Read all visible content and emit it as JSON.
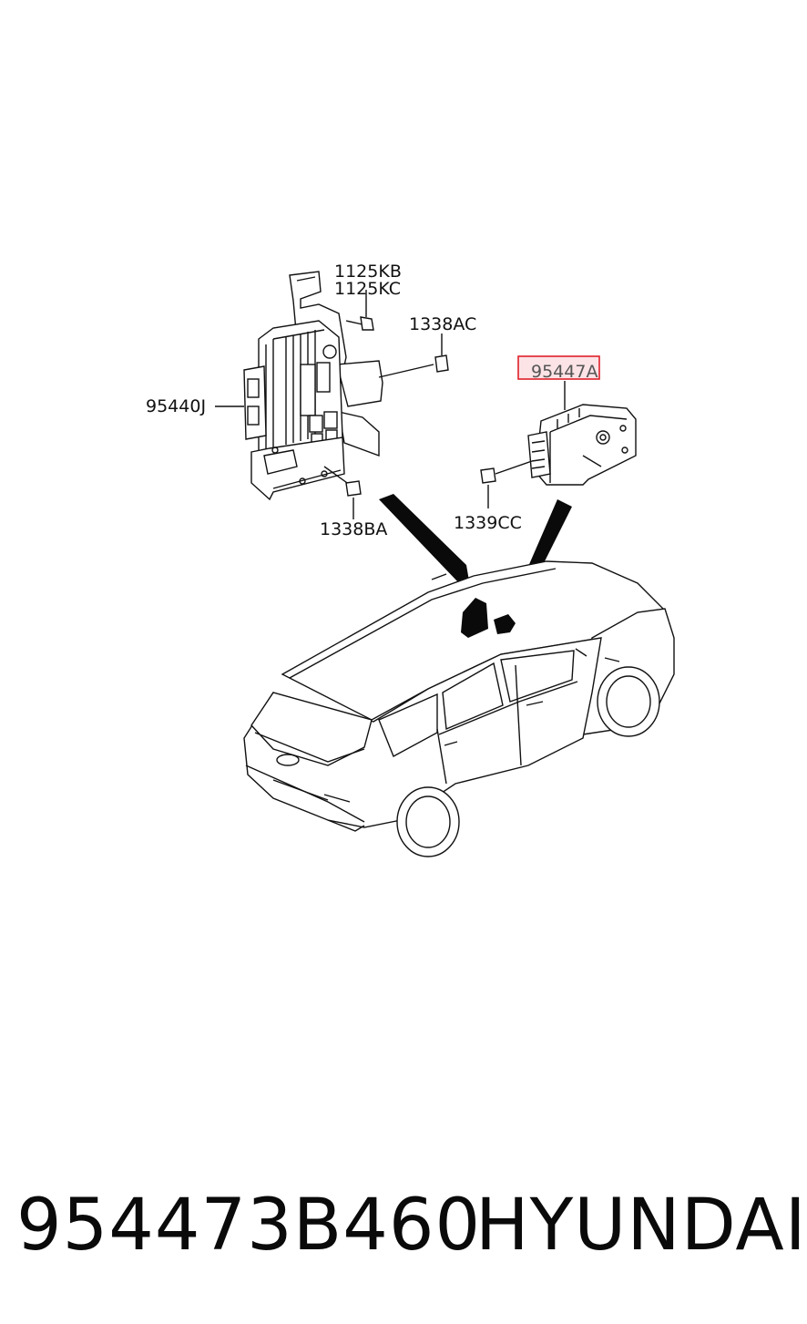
{
  "labels": {
    "bolt_kb": "1125KB",
    "bolt_kc": "1125KC",
    "nut_ac": "1338AC",
    "module_j": "95440J",
    "module_a": "95447A",
    "nut_ba": "1338BA",
    "nut_cc": "1339CC"
  },
  "highlight_color": "#e0202a",
  "highlight_fill": "#fbe3e6",
  "footer": {
    "part_number": "954473B460",
    "brand": "HYUNDAI"
  }
}
